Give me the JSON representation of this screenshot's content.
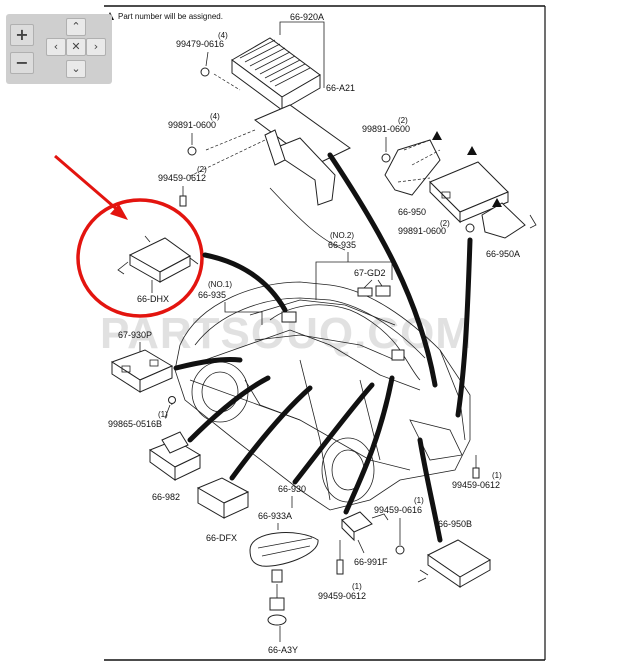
{
  "note": "Part number will be assigned.",
  "watermark": "PARTSOUQ.COM",
  "controls": {
    "zoom_in": "+",
    "zoom_out": "−",
    "pan_up": "⌃",
    "pan_down": "⌄",
    "pan_left": "‹",
    "pan_right": "›",
    "reset": "✕"
  },
  "parts": {
    "p66_920A": "66-920A",
    "p66_A21": "66-A21",
    "p99479": "99479-0616",
    "q4a": "(4)",
    "p99891a": "99891-0600",
    "q4b": "(4)",
    "p99459a": "99459-0612",
    "q2a": "(2)",
    "p99891b": "99891-0600",
    "q2b": "(2)",
    "p66_950": "66-950",
    "p99891c": "99891-0600",
    "q2c": "(2)",
    "p66_950A": "66-950A",
    "p66_935": "66-935",
    "no2": "(NO.2)",
    "p67_GD2": "67-GD2",
    "p66_DHX": "66-DHX",
    "no1": "(NO.1)",
    "p66_935b": "66-935",
    "p67_930P": "67-930P",
    "p99865": "99865-0516B",
    "q1a": "(1)",
    "p66_982": "66-982",
    "p66_DFX": "66-DFX",
    "p66_930": "66-930",
    "p66_933A": "66-933A",
    "p66_A3Y": "66-A3Y",
    "p66_991F": "66-991F",
    "p99459b": "99459-0612",
    "q1b": "(1)",
    "p99459c": "99459-0616",
    "q1c": "(1)",
    "p66_950B": "66-950B",
    "p99459d": "99459-0612",
    "q1d": "(1)"
  },
  "colors": {
    "highlight": "#e3140f",
    "line": "#111111",
    "watermark": "#c8c8c8"
  }
}
